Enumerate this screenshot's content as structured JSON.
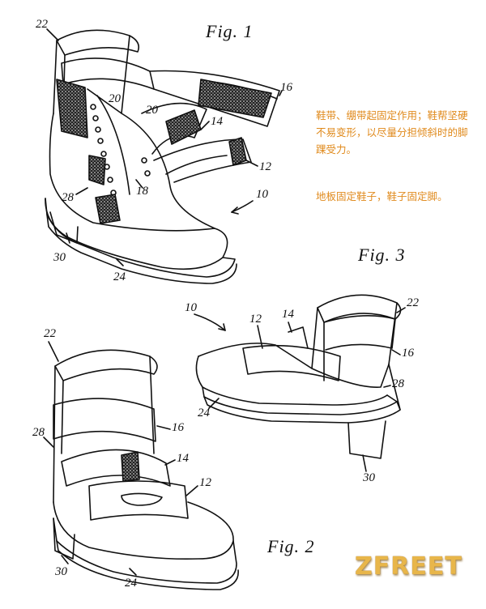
{
  "figures": {
    "fig1": "Fig. 1",
    "fig2": "Fig. 2",
    "fig3": "Fig. 3"
  },
  "notes": {
    "para1": "鞋带、绷带起固定作用；鞋帮坚硬不易变形，以尽量分担倾斜时的脚踝受力。",
    "para2": "地板固定鞋子，鞋子固定脚。"
  },
  "logo_text": "ZFREET",
  "callouts": {
    "fig1": {
      "n22": "22",
      "n20a": "20",
      "n20b": "20",
      "n16": "16",
      "n14": "14",
      "n12": "12",
      "n18": "18",
      "n28": "28",
      "n10": "10",
      "n30": "30",
      "n24": "24"
    },
    "fig2": {
      "n22": "22",
      "n28": "28",
      "n16": "16",
      "n14": "14",
      "n12": "12",
      "n30": "30",
      "n24": "24"
    },
    "fig3": {
      "n10": "10",
      "n12": "12",
      "n14": "14",
      "n22": "22",
      "n16": "16",
      "n28": "28",
      "n24": "24",
      "n30": "30"
    }
  },
  "colors": {
    "note": "#e08a1c",
    "logo": "#e8b64a",
    "ink": "#111111"
  }
}
